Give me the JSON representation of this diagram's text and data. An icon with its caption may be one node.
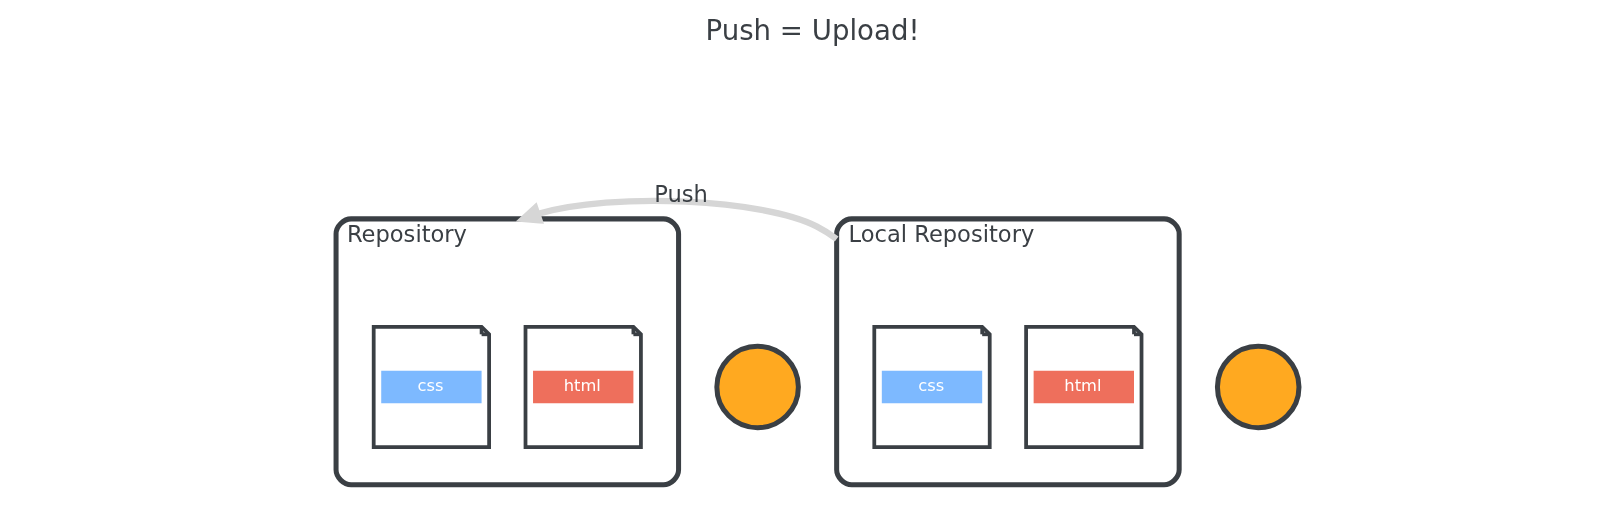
{
  "diagram": {
    "title": "Push = Upload!",
    "nodes": [
      {
        "text": [
          "Repository"
        ]
      },
      {
        "text": [
          "html"
        ],
        "in": 0
      },
      {
        "text": [
          "css"
        ],
        "in": 0
      },
      {
        "text": [],
        "shape": "circle"
      },
      {
        "text": [
          "Local Repository"
        ]
      },
      {
        "text": [
          "html"
        ],
        "in": 4
      },
      {
        "text": [
          "css"
        ],
        "in": 4
      },
      {
        "text": [],
        "shape": "circle"
      }
    ],
    "edges": [
      {
        "from": 4,
        "to": 0,
        "arrow": "to",
        "label": "Push"
      }
    ]
  }
}
